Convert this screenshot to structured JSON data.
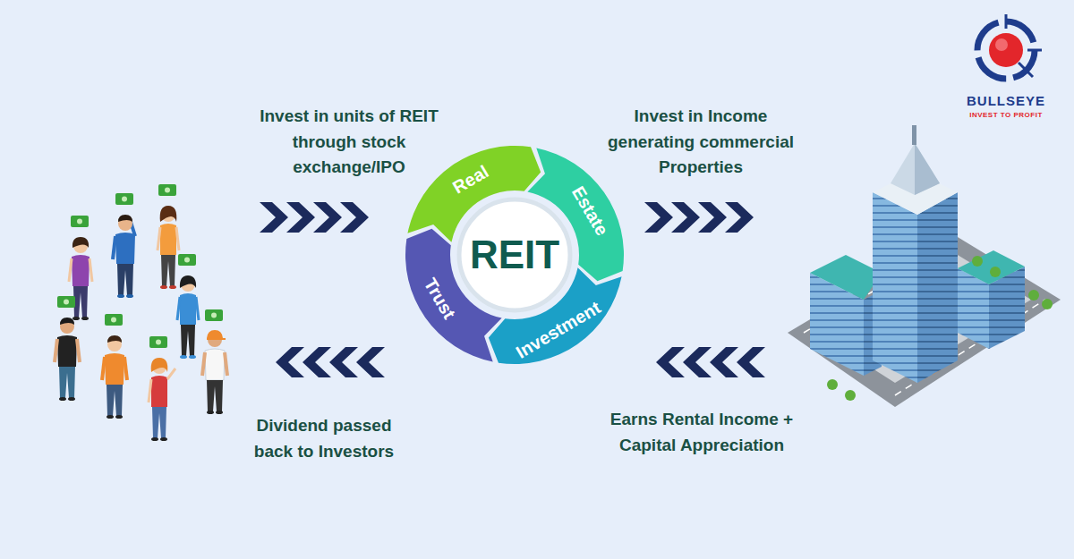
{
  "diagram": {
    "nodes": [
      {
        "text": [
          "REIT"
        ]
      },
      {
        "text": [
          "Real"
        ],
        "in": 0
      },
      {
        "text": [
          "Estate"
        ],
        "in": 0
      },
      {
        "text": [
          "Investment"
        ],
        "in": 0
      },
      {
        "text": [
          "Trust"
        ],
        "in": 0
      }
    ],
    "labels": [
      "Invest in units of REIT through stock exchange/IPO",
      "Invest in Income generating commercial Properties",
      "Dividend passed back to Investors",
      "Earns Rental Income + Capital Appreciation",
      "BULLSEYE",
      "INVEST TO PROFIT"
    ]
  }
}
